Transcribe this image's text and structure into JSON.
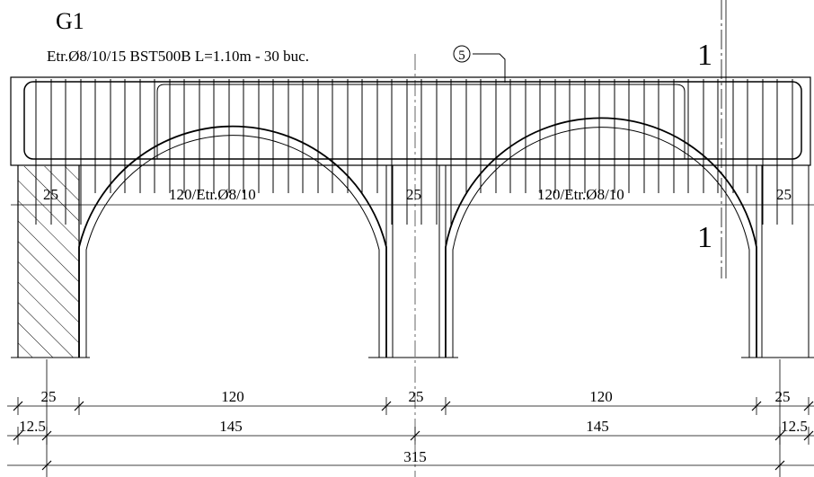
{
  "drawing": {
    "title": "G1",
    "stirrup_note": "Etr.Ø8/10/15 BST500B L=1.10m - 30 buc.",
    "position_mark": "5",
    "section_mark_top": "1",
    "section_mark_bottom": "1",
    "inner_labels": {
      "pier_left": "25",
      "arch_left": "120/Etr.Ø8/10",
      "pier_middle": "25",
      "arch_right": "120/Etr.Ø8/10",
      "pier_right": "25"
    },
    "dimensions": {
      "row1": [
        "25",
        "120",
        "25",
        "120",
        "25"
      ],
      "row2": [
        "12.5",
        "145",
        "145",
        "12.5"
      ],
      "row3": [
        "315"
      ]
    }
  }
}
